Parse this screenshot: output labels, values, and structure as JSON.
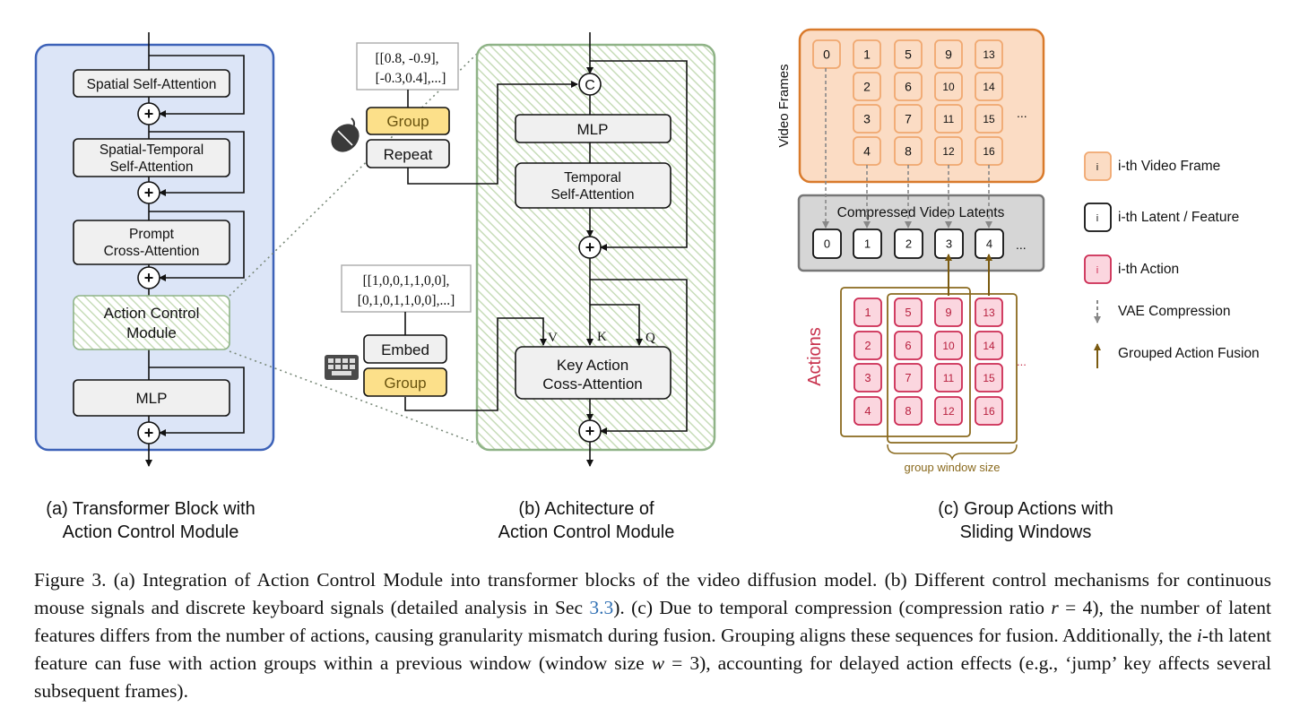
{
  "panel_a": {
    "blocks": [
      "Spatial Self-Attention",
      "Spatial-Temporal",
      "Self-Attention",
      "Prompt",
      "Cross-Attention",
      "Action Control",
      "Module",
      "MLP"
    ],
    "plus": "+",
    "caption_line1": "(a) Transformer Block with",
    "caption_line2": "Action Control Module"
  },
  "panel_b": {
    "mouse_values_line1": "[[0.8, -0.9],",
    "mouse_values_line2": "[-0.3,0.4],...]",
    "group_label": "Group",
    "repeat_label": "Repeat",
    "keyboard_values_line1": "[[1,0,0,1,1,0,0],",
    "keyboard_values_line2": "[0,1,0,1,1,0,0],...]",
    "embed_label": "Embed",
    "concat": "C",
    "mlp": "MLP",
    "temporal_line1": "Temporal",
    "temporal_line2": "Self-Attention",
    "v": "V",
    "k": "K",
    "q": "Q",
    "key_action_line1": "Key Action",
    "key_action_line2": "Coss-Attention",
    "caption_line1": "(b) Achitecture of",
    "caption_line2": "Action Control Module",
    "icons": [
      "mouse-icon",
      "keyboard-icon"
    ]
  },
  "panel_c": {
    "video_frames_label": "Video Frames",
    "frames": [
      "0",
      "1",
      "2",
      "3",
      "4",
      "5",
      "6",
      "7",
      "8",
      "9",
      "10",
      "11",
      "12",
      "13",
      "14",
      "15",
      "16"
    ],
    "ellipsis": "...",
    "latents_title": "Compressed Video Latents",
    "latents": [
      "0",
      "1",
      "2",
      "3",
      "4"
    ],
    "actions_label": "Actions",
    "actions": [
      "1",
      "2",
      "3",
      "4",
      "5",
      "6",
      "7",
      "8",
      "9",
      "10",
      "11",
      "12",
      "13",
      "14",
      "15",
      "16"
    ],
    "group_window_label": "group window size",
    "caption_line1": "(c) Group Actions with",
    "caption_line2": "Sliding Windows"
  },
  "legend": {
    "item_symbol": "i",
    "video_frame": "i-th Video Frame",
    "latent": "i-th Latent / Feature",
    "action": "i-th Action",
    "vae": "VAE Compression",
    "fusion": "Grouped Action Fusion"
  },
  "colors": {
    "panel_a_bg": "#dce5f7",
    "panel_a_border": "#3d62b8",
    "panel_b_border": "#8fb387",
    "frames_bg": "#fbdcc4",
    "frames_border": "#d97a2b",
    "latents_bg": "#d6d6d6",
    "action_fill": "#fbd6df",
    "action_border": "#cc2b53",
    "group_window": "#8a6a1e",
    "group_yellow": "#fce08a"
  },
  "caption": {
    "part1": "Figure 3. (a) Integration of Action Control Module into transformer blocks of the video diffusion model. (b) Different control mechanisms for continuous mouse signals and discrete keyboard signals (detailed analysis in Sec ",
    "ref": "3.3",
    "part2": "). (c) Due to temporal compression (compression ratio ",
    "var_r": "r",
    "eq_r": " = 4), the number of latent features differs from the number of actions, causing granularity mismatch during fusion. Grouping aligns these sequences for fusion. Additionally, the ",
    "var_i": "i",
    "part3": "-th latent feature can fuse with action groups within a previous window (window size ",
    "var_w": "w",
    "part4": " = 3), accounting for delayed action effects (e.g., ‘jump’ key affects several subsequent frames)."
  }
}
